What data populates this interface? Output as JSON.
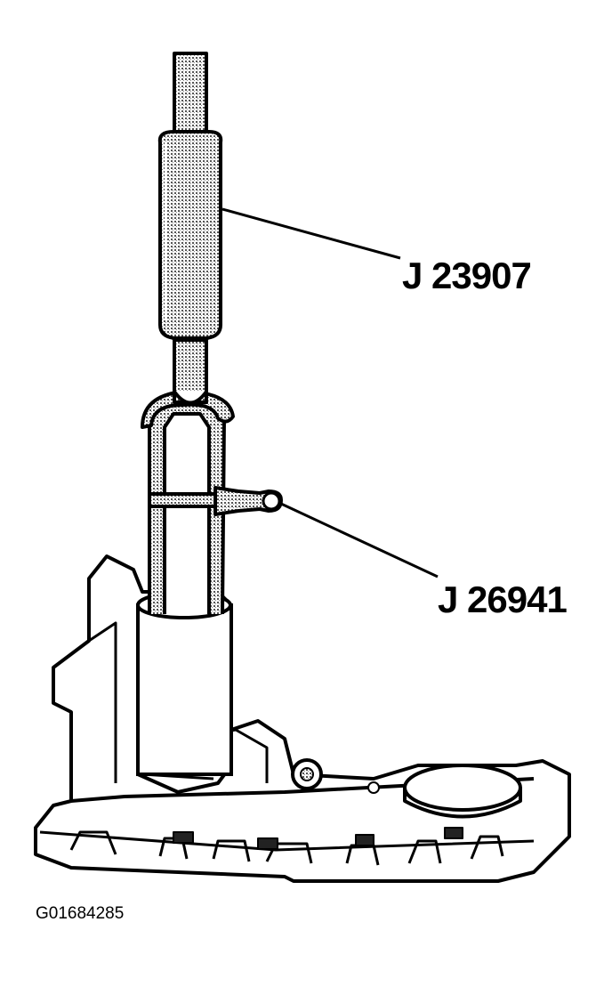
{
  "callouts": [
    {
      "id": "tool-j23907",
      "text": "J 23907"
    },
    {
      "id": "tool-j26941",
      "text": "J 26941"
    }
  ],
  "figure_id": "G01684285",
  "colors": {
    "ink": "#000000",
    "paper": "#ffffff",
    "stipple": "#7a7a7a"
  }
}
